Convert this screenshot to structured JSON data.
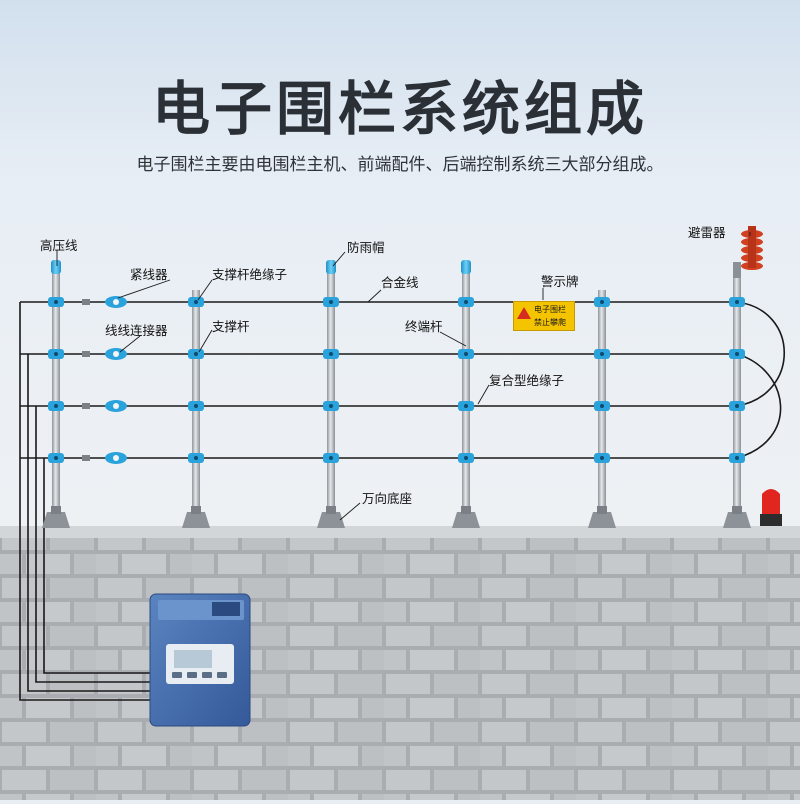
{
  "title": "电子围栏系统组成",
  "subtitle": "电子围栏主要由电围栏主机、前端配件、后端控制系统三大部分组成。",
  "labels": {
    "high_voltage_wire": "高压线",
    "tensioner": "紧线器",
    "support_insulator": "支撑杆绝缘子",
    "rain_cap": "防雨帽",
    "alloy_wire": "合金线",
    "warning_sign": "警示牌",
    "lightning_arrester": "避雷器",
    "wire_connector": "线线连接器",
    "support_pole": "支撑杆",
    "terminal_pole": "终端杆",
    "composite_insulator": "复合型绝缘子",
    "universal_base": "万向底座"
  },
  "sign": {
    "line1": "电子围栏",
    "line2": "禁止攀爬",
    "bg_color": "#f5c400"
  },
  "colors": {
    "title": "#2b2f36",
    "insulator": "#2aa3dc",
    "wire": "#1a1a1a",
    "wall": "#b9bcc0",
    "host": "#4a74b0",
    "alarm": "#e0261f"
  }
}
